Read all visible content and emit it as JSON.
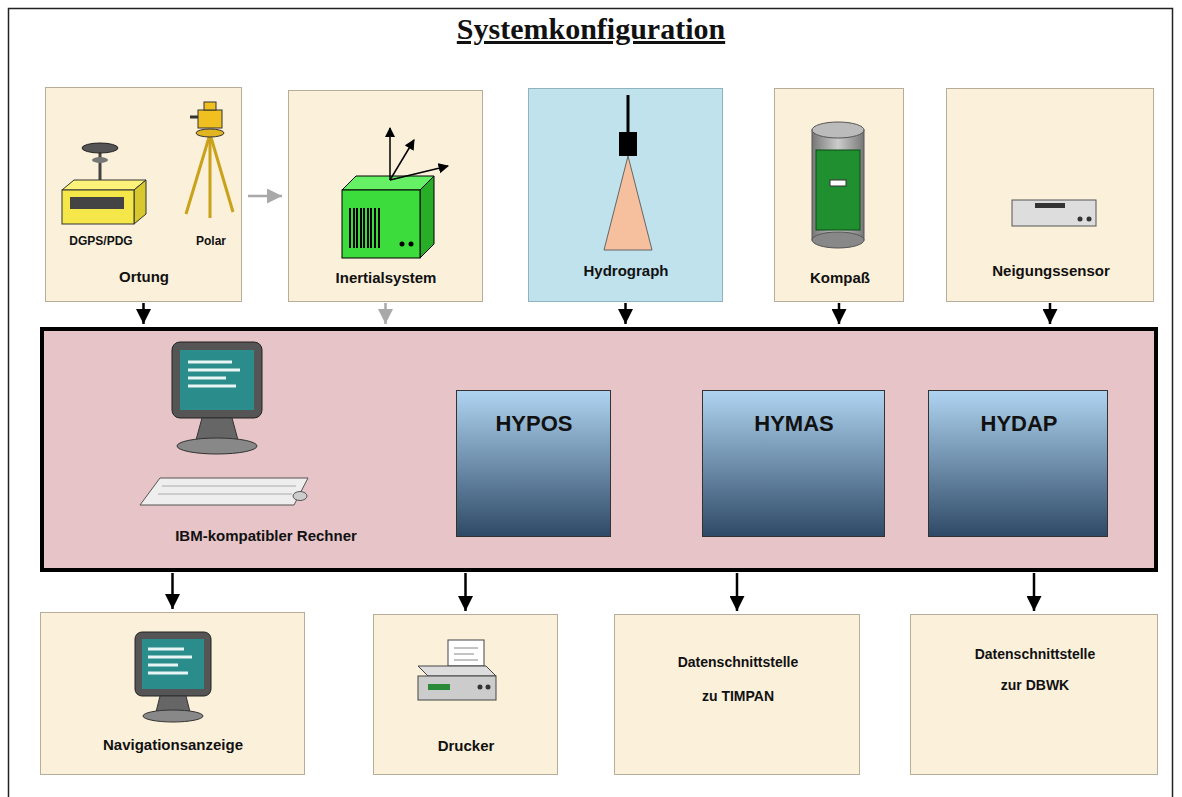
{
  "diagram": {
    "title": "Systemkonfiguration",
    "nodes": [
      {
        "text": [
          "DGPS/PDG",
          "Polar",
          "Ortung"
        ]
      },
      {
        "text": [
          "Inertialsystem"
        ]
      },
      {
        "text": [
          "Hydrograph"
        ]
      },
      {
        "text": [
          "Kompaß"
        ]
      },
      {
        "text": [
          "Neigungssensor"
        ]
      },
      {
        "text": [
          "IBM-kompatibler Rechner"
        ]
      },
      {
        "text": [
          "HYPOS"
        ],
        "in": 5
      },
      {
        "text": [
          "HYMAS"
        ],
        "in": 5
      },
      {
        "text": [
          "HYDAP"
        ],
        "in": 5
      },
      {
        "text": [
          "Navigationsanzeige"
        ]
      },
      {
        "text": [
          "Drucker"
        ]
      },
      {
        "text": [
          "Datenschnittstelle zu TIMPAN"
        ]
      },
      {
        "text": [
          "Datenschnittstelle zur DBWK"
        ]
      }
    ],
    "edges": [
      {
        "from": 0,
        "to": 1,
        "arrow": "to"
      },
      {
        "from": 0,
        "to": 5,
        "arrow": "to"
      },
      {
        "from": 1,
        "to": 5,
        "arrow": "to"
      },
      {
        "from": 2,
        "to": 5,
        "arrow": "to"
      },
      {
        "from": 3,
        "to": 5,
        "arrow": "to"
      },
      {
        "from": 4,
        "to": 5,
        "arrow": "to"
      },
      {
        "from": 5,
        "to": 9,
        "arrow": "to"
      },
      {
        "from": 5,
        "to": 10,
        "arrow": "to"
      },
      {
        "from": 5,
        "to": 11,
        "arrow": "to"
      },
      {
        "from": 5,
        "to": 12,
        "arrow": "to"
      }
    ]
  }
}
